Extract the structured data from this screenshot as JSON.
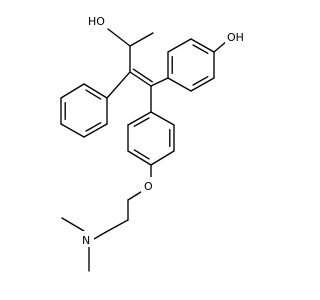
{
  "structure": {
    "labels": {
      "hydroxyl_left": "HO",
      "hydroxyl_right": "OH",
      "ether_oxygen": "O",
      "amine_nitrogen": "N"
    },
    "colors": {
      "background": "#ffffff",
      "ink": "#000000"
    }
  }
}
